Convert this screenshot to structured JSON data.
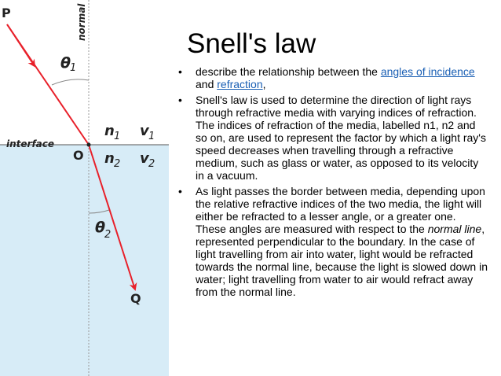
{
  "slide": {
    "title": "Snell's law",
    "bullets": [
      {
        "lead": "describe the relationship between the ",
        "link1": "angles of incidence",
        "mid": " and ",
        "link2": "refraction",
        "tail": ","
      },
      {
        "text": "Snell's law is used to determine the direction of light rays through refractive media with varying indices of refraction. The indices of refraction of the media, labelled n1, n2 and so on, are used to represent the factor by which a light ray's speed decreases when travelling through a refractive medium, such as glass or water, as opposed to its velocity in a vacuum."
      },
      {
        "lead": "As light passes the border between media, depending upon the relative refractive indices of the two media, the light will either be refracted to a lesser angle, or a greater one. These angles are measured with respect to the ",
        "em": "normal line",
        "tail": ", represented perpendicular to the boundary. In the case of light travelling from air into water, light would be refracted towards the normal line, because the light is slowed down in water; light travelling from water to air would refract away from the normal line."
      }
    ]
  },
  "diagram": {
    "labels": {
      "point_p": "P",
      "point_o": "O",
      "point_q": "Q",
      "normal": "normal",
      "interface": "interface",
      "theta_symbol": "θ",
      "theta1_sub": "1",
      "theta2_sub": "2",
      "n_symbol": "n",
      "n1_sub": "1",
      "n2_sub": "2",
      "v_symbol": "v",
      "v1_sub": "1",
      "v2_sub": "2"
    },
    "colors": {
      "ray": "#e8202a",
      "lower_medium": "#d7ecf7",
      "text": "#222222",
      "normal_line": "#999999"
    }
  }
}
